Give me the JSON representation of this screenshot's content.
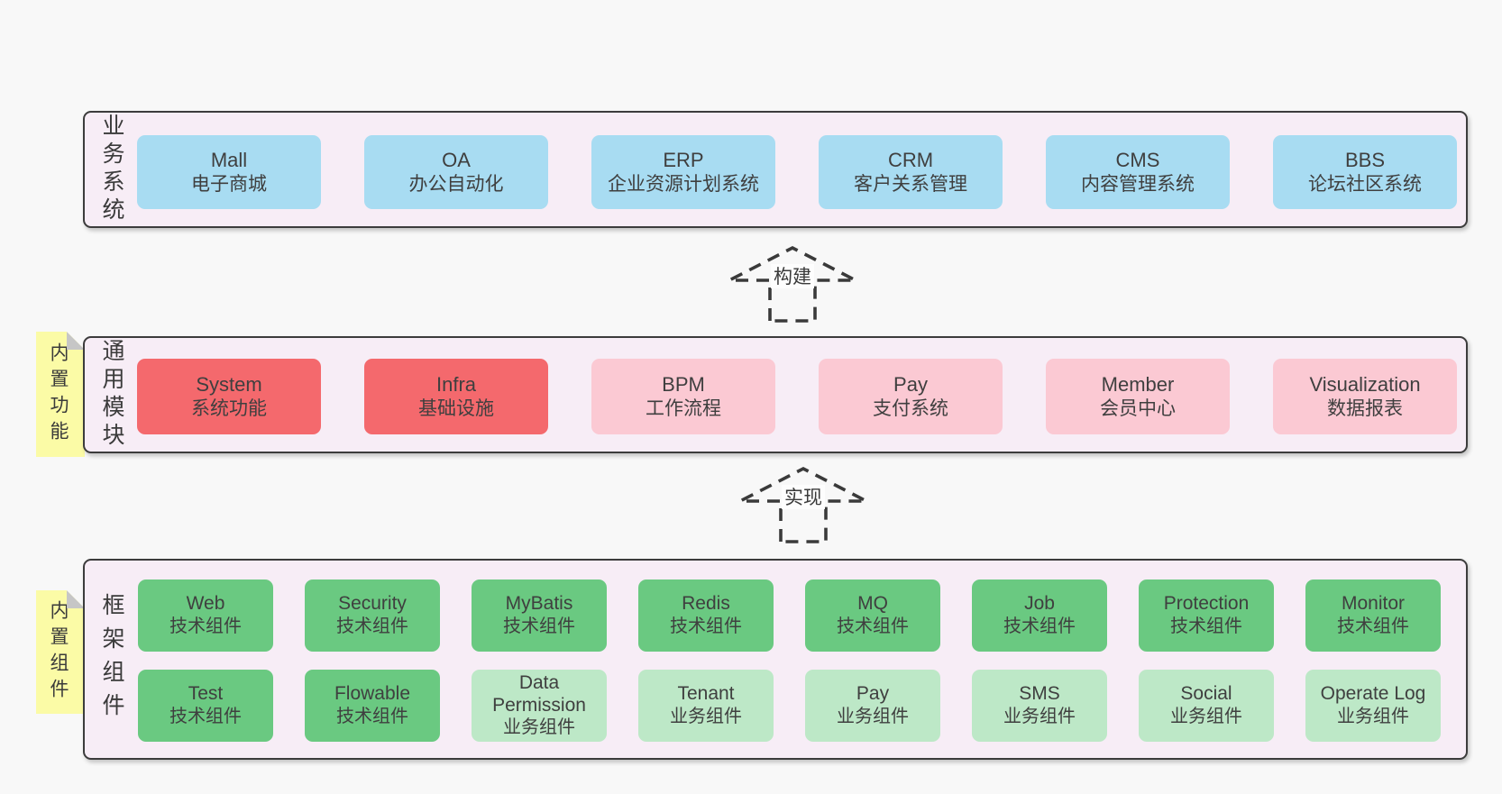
{
  "diagram": {
    "title_hint": "architecture-layers-diagram",
    "arrows": [
      {
        "label": "构建"
      },
      {
        "label": "实现"
      }
    ],
    "bands": [
      {
        "label": "业务系统",
        "boxes": [
          {
            "en": "Mall",
            "cn": "电子商城"
          },
          {
            "en": "OA",
            "cn": "办公自动化"
          },
          {
            "en": "ERP",
            "cn": "企业资源计划系统"
          },
          {
            "en": "CRM",
            "cn": "客户关系管理"
          },
          {
            "en": "CMS",
            "cn": "内容管理系统"
          },
          {
            "en": "BBS",
            "cn": "论坛社区系统"
          }
        ]
      },
      {
        "label": "通用模块",
        "sticky": "内置功能",
        "boxes": [
          {
            "en": "System",
            "cn": "系统功能"
          },
          {
            "en": "Infra",
            "cn": "基础设施"
          },
          {
            "en": "BPM",
            "cn": "工作流程"
          },
          {
            "en": "Pay",
            "cn": "支付系统"
          },
          {
            "en": "Member",
            "cn": "会员中心"
          },
          {
            "en": "Visualization",
            "cn": "数据报表"
          }
        ]
      },
      {
        "label": "框架组件",
        "sticky": "内置组件",
        "rows": [
          [
            {
              "en": "Web",
              "cn": "技术组件"
            },
            {
              "en": "Security",
              "cn": "技术组件"
            },
            {
              "en": "MyBatis",
              "cn": "技术组件"
            },
            {
              "en": "Redis",
              "cn": "技术组件"
            },
            {
              "en": "MQ",
              "cn": "技术组件"
            },
            {
              "en": "Job",
              "cn": "技术组件"
            },
            {
              "en": "Protection",
              "cn": "技术组件"
            },
            {
              "en": "Monitor",
              "cn": "技术组件"
            }
          ],
          [
            {
              "en": "Test",
              "cn": "技术组件"
            },
            {
              "en": "Flowable",
              "cn": "技术组件"
            },
            {
              "en": "Data Permission",
              "cn": "业务组件"
            },
            {
              "en": "Tenant",
              "cn": "业务组件"
            },
            {
              "en": "Pay",
              "cn": "业务组件"
            },
            {
              "en": "SMS",
              "cn": "业务组件"
            },
            {
              "en": "Social",
              "cn": "业务组件"
            },
            {
              "en": "Operate Log",
              "cn": "业务组件"
            }
          ]
        ]
      }
    ],
    "colors": {
      "page_bg": "#f8f8f8",
      "band_bg": "#f7edf6",
      "outline": "#3c3c3c",
      "blue": "#a8dcf2",
      "red": "#f4696d",
      "pink": "#fbc9d3",
      "green": "#6ac981",
      "light_green": "#bde8c7",
      "sticky_yellow": "#fbfba6",
      "fold_gray": "#c6c6c6"
    }
  }
}
